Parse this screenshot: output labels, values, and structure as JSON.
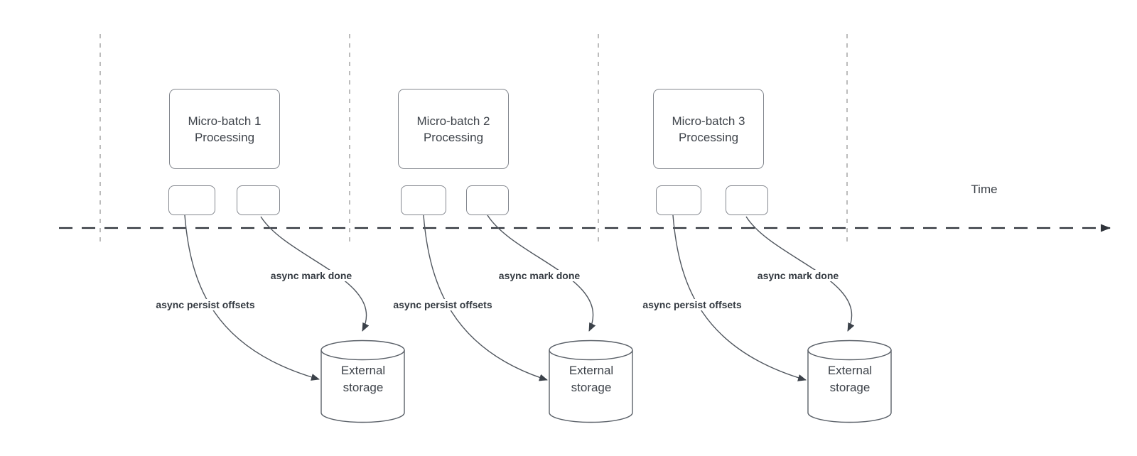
{
  "timeline": {
    "label": "Time"
  },
  "batches": [
    {
      "name": "Micro-batch 1 Processing",
      "persist_label": "async persist offsets",
      "done_label": "async mark done",
      "storage": "External storage"
    },
    {
      "name": "Micro-batch 2 Processing",
      "persist_label": "async persist offsets",
      "done_label": "async mark done",
      "storage": "External storage"
    },
    {
      "name": "Micro-batch 3 Processing",
      "persist_label": "async persist offsets",
      "done_label": "async mark done",
      "storage": "External storage"
    }
  ],
  "colors": {
    "box_border": "#83878e",
    "edge_stroke": "#50565e",
    "arrow_fill": "#3c424a",
    "time_axis": "#2f343b",
    "guide_dash": "#ababab",
    "text": "#3e434a",
    "background": "#ffffff"
  }
}
